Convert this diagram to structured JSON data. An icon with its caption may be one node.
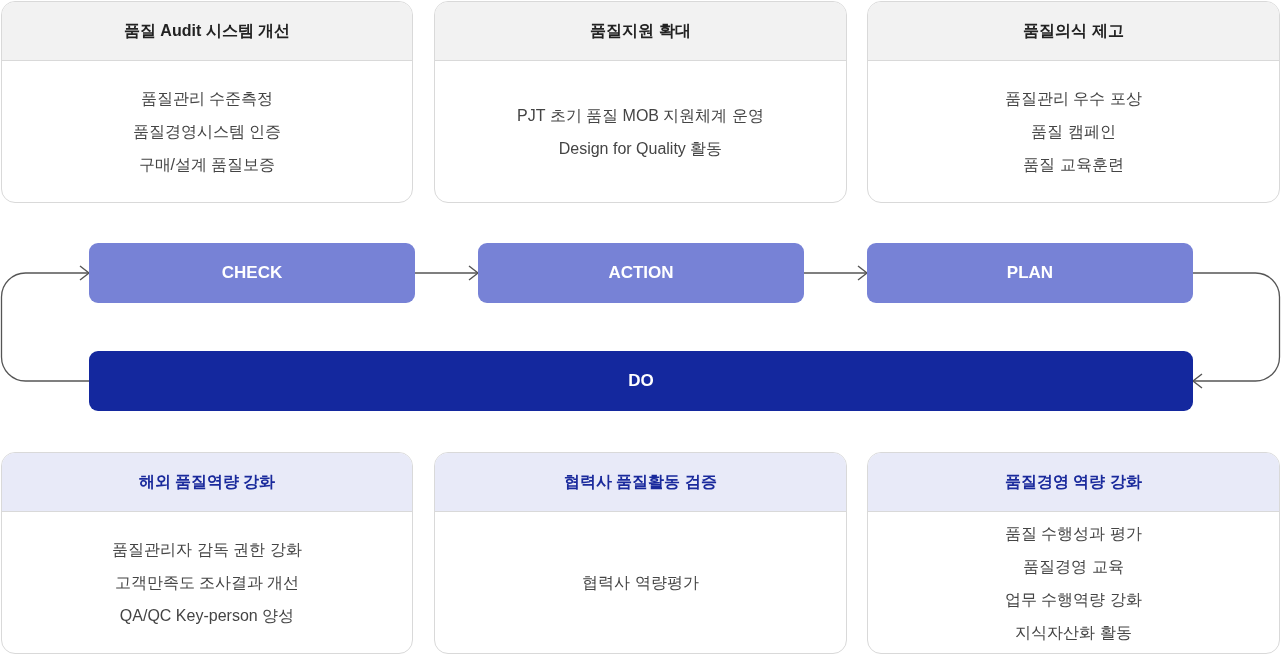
{
  "diagram": {
    "nodes": [
      {
        "text": [
          "품질 Audit 시스템 개선",
          "품질관리 수준측정",
          "품질경영시스템 인증",
          "구매/설계 품질보증"
        ]
      },
      {
        "text": [
          "품질지원 확대",
          "PJT 초기 품질 MOB 지원체계 운영",
          "Design for Quality 활동"
        ]
      },
      {
        "text": [
          "품질의식 제고",
          "품질관리 우수 포상",
          "품질 캠페인",
          "품질 교육훈련"
        ]
      },
      {
        "text": [
          "CHECK"
        ]
      },
      {
        "text": [
          "ACTION"
        ]
      },
      {
        "text": [
          "PLAN"
        ]
      },
      {
        "text": [
          "DO"
        ]
      },
      {
        "text": [
          "해외 품질역량 강화",
          "품질관리자 감독 권한 강화",
          "고객만족도 조사결과 개선",
          "QA/QC Key-person 양성"
        ]
      },
      {
        "text": [
          "협력사 품질활동 검증",
          "협력사 역량평가"
        ]
      },
      {
        "text": [
          "품질경영 역량 강화",
          "품질 수행성과 평가",
          "품질경영 교육",
          "업무 수행역량 강화",
          "지식자산화 활동"
        ]
      }
    ],
    "edges": [
      {
        "from": 3,
        "to": 4,
        "arrow": "to"
      },
      {
        "from": 4,
        "to": 5,
        "arrow": "to"
      },
      {
        "from": 5,
        "to": 6,
        "arrow": "to"
      },
      {
        "from": 6,
        "to": 3,
        "arrow": "to"
      }
    ]
  }
}
